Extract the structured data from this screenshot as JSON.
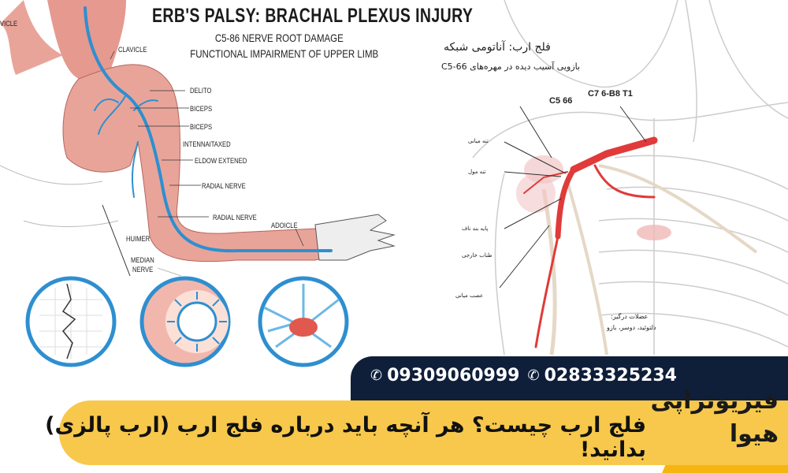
{
  "illustration_left": {
    "title": "ERB'S PALSY: BRACHAL PLEXUS INJURY",
    "subtitle_1": "C5-86 NERVE ROOT DAMAGE",
    "subtitle_2": "FUNCTIONAL IMPAIRMENT OF UPPER LIMB",
    "labels": [
      "VICLE",
      "CLAVICLE",
      "DELITO",
      "BICEPS",
      "BICEPS",
      "INTENNAITAXED",
      "ELDOW EXTENED",
      "RADIAL NERVE",
      "RADIAL NERVE",
      "ADOICLE",
      "HUIMER",
      "MEDIAN",
      "NERVE"
    ]
  },
  "illustration_right": {
    "title": "فلج ارب: آناتومی شبکه",
    "subtitle": "بازویی آسیب دیده در مهره‌های C5-66",
    "root_label_1": "C5 66",
    "root_label_2": "C7 6-B8 T1",
    "labels": [
      "تنه میانی",
      "تنه مول",
      "پایه بند ناف",
      "طناب خارجی",
      "عصب میانی"
    ],
    "muscles_title": "عضلات درگیر:",
    "muscles_list": "دلتوئید، دوسر، بازو"
  },
  "contact": {
    "icon": "phone-icon",
    "phone_1": "09309060999",
    "phone_2": "02833325234"
  },
  "headline": "فلج ارب چیست؟ هر آنچه باید درباره فلج ارب (ارب پالزی) بدانید!",
  "brand": {
    "line_1": "فیزیوتراپی",
    "line_2": "هیوا"
  },
  "colors": {
    "navy": "#0f1f3a",
    "yellow": "#f7c84b",
    "nerve_blue": "#2e8fd0",
    "nerve_red": "#e03a3a",
    "muscle": "#e9a49a"
  }
}
